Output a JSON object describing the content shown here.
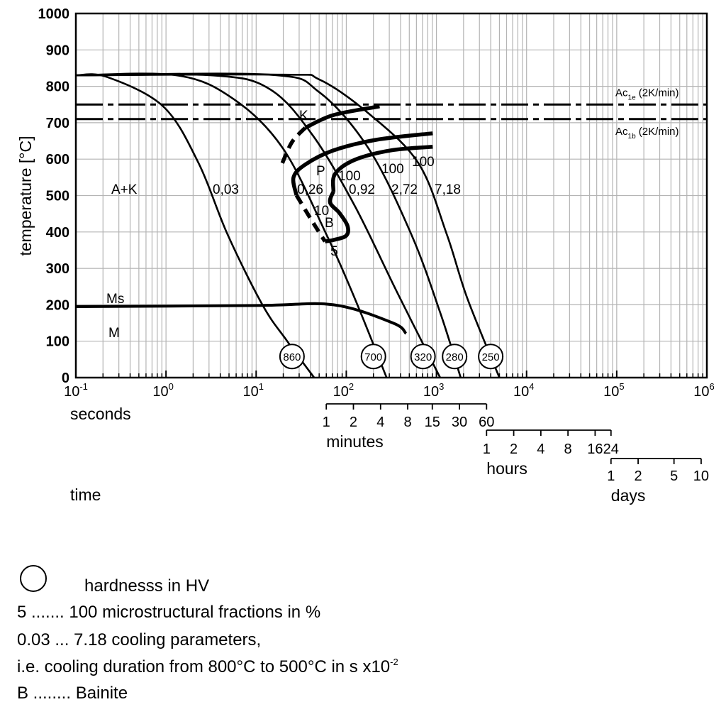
{
  "chart_data": {
    "type": "line",
    "title": "",
    "ylabel": "temperature [°C]",
    "xlabel": "time",
    "x_unit_label": "seconds",
    "xscale": "log",
    "xlim": [
      0.1,
      1000000
    ],
    "ylim": [
      0,
      1000
    ],
    "grid": true,
    "yticks": [
      "0",
      "100",
      "200",
      "300",
      "400",
      "500",
      "600",
      "700",
      "800",
      "900",
      "1000"
    ],
    "xtick_base": "10",
    "xtick_exponents": [
      "-1",
      "0",
      "1",
      "2",
      "3",
      "4",
      "5",
      "6"
    ],
    "secondary_time_scales": [
      {
        "name": "minutes",
        "unit_seconds": 60,
        "ticks": [
          "1",
          "2",
          "4",
          "8",
          "15",
          "30",
          "60"
        ]
      },
      {
        "name": "hours",
        "unit_seconds": 3600,
        "ticks": [
          "1",
          "2",
          "4",
          "8",
          "16",
          "24"
        ]
      },
      {
        "name": "days",
        "unit_seconds": 86400,
        "ticks": [
          "1",
          "2",
          "5",
          "10"
        ]
      }
    ],
    "reference_lines": [
      {
        "name": "Ac",
        "sub": "1e",
        "suffix": " (2K/min)",
        "temperature": 750
      },
      {
        "name": "Ac",
        "sub": "1b",
        "suffix": " (2K/min)",
        "temperature": 710
      }
    ],
    "cooling_curves": [
      {
        "name": "0,03",
        "points": [
          [
            0.1,
            830
          ],
          [
            0.22,
            826
          ],
          [
            0.93,
            745
          ],
          [
            2.3,
            589
          ],
          [
            4.8,
            394
          ],
          [
            11.8,
            199
          ],
          [
            22,
            101
          ],
          [
            44,
            0
          ]
        ]
      },
      {
        "name": "0,26",
        "points": [
          [
            0.1,
            830
          ],
          [
            1.33,
            830
          ],
          [
            5.7,
            764
          ],
          [
            20,
            628
          ],
          [
            60,
            394
          ],
          [
            124,
            218
          ],
          [
            280,
            0
          ]
        ]
      },
      {
        "name": "0,92",
        "points": [
          [
            0.1,
            830
          ],
          [
            3.3,
            830
          ],
          [
            14,
            793
          ],
          [
            42,
            667
          ],
          [
            124,
            472
          ],
          [
            360,
            238
          ],
          [
            1100,
            0
          ]
        ]
      },
      {
        "name": "2,72",
        "points": [
          [
            0.1,
            830
          ],
          [
            14,
            832
          ],
          [
            50,
            784
          ],
          [
            178,
            628
          ],
          [
            525,
            394
          ],
          [
            1100,
            179
          ],
          [
            1860,
            0
          ]
        ]
      },
      {
        "name": "7,18",
        "points": [
          [
            0.1,
            830
          ],
          [
            20,
            832
          ],
          [
            50,
            819
          ],
          [
            178,
            725
          ],
          [
            630,
            589
          ],
          [
            1300,
            394
          ],
          [
            2200,
            218
          ],
          [
            5000,
            0
          ]
        ]
      }
    ],
    "transformation_lines": [
      {
        "name": "K",
        "style": "solid",
        "points": [
          [
            35,
            686
          ],
          [
            72,
            721
          ],
          [
            234,
            745
          ]
        ]
      },
      {
        "name": "K-dashed",
        "style": "dashed",
        "points": [
          [
            19.5,
            589
          ],
          [
            25,
            647
          ],
          [
            35,
            686
          ]
        ]
      },
      {
        "name": "P-start",
        "style": "solid",
        "points": [
          [
            28,
            501
          ],
          [
            26,
            550
          ],
          [
            35,
            585
          ],
          [
            72,
            624
          ],
          [
            214,
            653
          ],
          [
            910,
            671
          ]
        ]
      },
      {
        "name": "P-end",
        "style": "solid",
        "points": [
          [
            72,
            511
          ],
          [
            75,
            559
          ],
          [
            124,
            598
          ],
          [
            310,
            624
          ],
          [
            910,
            634
          ]
        ]
      },
      {
        "name": "B-loop",
        "style": "solid",
        "points": [
          [
            72,
            511
          ],
          [
            66,
            481
          ],
          [
            84,
            452
          ],
          [
            103,
            417
          ],
          [
            100,
            390
          ],
          [
            72,
            378
          ],
          [
            58,
            374
          ]
        ]
      },
      {
        "name": "B-start-dashed",
        "style": "dashed",
        "points": [
          [
            28,
            501
          ],
          [
            36,
            456
          ],
          [
            46,
            413
          ],
          [
            58,
            374
          ]
        ]
      }
    ],
    "ms_line": {
      "label": "Ms",
      "points": [
        [
          0.1,
          195
        ],
        [
          10,
          198
        ],
        [
          72,
          200
        ],
        [
          330,
          150
        ],
        [
          460,
          121
        ]
      ]
    },
    "hardness_HV": [
      {
        "value": "860",
        "t": 25
      },
      {
        "value": "700",
        "t": 200
      },
      {
        "value": "320",
        "t": 710
      },
      {
        "value": "280",
        "t": 1590
      },
      {
        "value": "250",
        "t": 4000
      }
    ],
    "annotations": {
      "region_AK": "A+K",
      "region_M": "M",
      "K": "K",
      "P": "P",
      "B": "B",
      "fraction_100_a": "100",
      "fraction_100_b": "100",
      "fraction_100_c": "100",
      "fraction_10": "10",
      "fraction_5": "5"
    },
    "colors": {
      "line": "#000000",
      "grid": "#b4b4b4",
      "background": "#ffffff"
    }
  },
  "legend": {
    "hardness": "hardnesss in HV",
    "fractions": "5 ....... 100 microstructural fractions in %",
    "cooling": "0.03 ... 7.18 cooling parameters,",
    "duration": "i.e. cooling duration from 800°C to 500°C in s x10",
    "duration_exp": "-2",
    "bainite": "B ........ Bainite"
  }
}
